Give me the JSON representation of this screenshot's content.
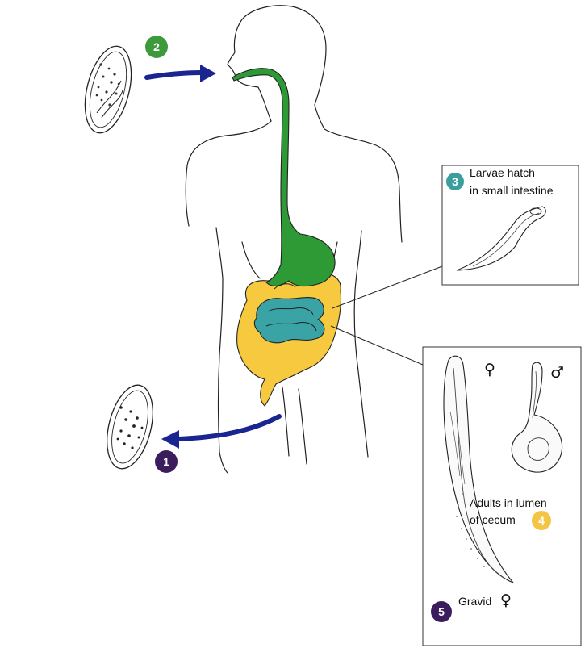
{
  "steps": [
    {
      "number": "1",
      "color": "#3b1d5e",
      "text": ""
    },
    {
      "number": "2",
      "color": "#3c9a3c",
      "text": ""
    },
    {
      "number": "3",
      "color": "#3a9e9e",
      "text_line1": "Larvae hatch",
      "text_line2": "in small intestine"
    },
    {
      "number": "4",
      "color": "#f4c542",
      "text_line1": "Adults in lumen",
      "text_line2": "of cecum"
    },
    {
      "number": "5",
      "color": "#3b1d5e",
      "text": "Gravid"
    }
  ],
  "symbols": {
    "female": "♀",
    "male": "♂"
  },
  "colors": {
    "esophagus_stomach": "#2e9a36",
    "small_intestine": "#3aa3a5",
    "large_intestine": "#f7c93e",
    "arrow": "#1a2590",
    "outline": "#222222"
  }
}
